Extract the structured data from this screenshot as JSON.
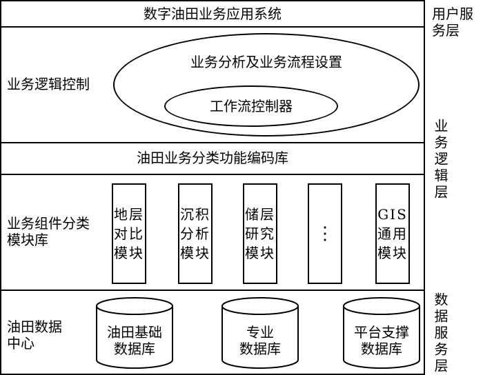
{
  "layers": {
    "top_title": "数字油田业务应用系统",
    "logic_label": "业务逻辑控制",
    "outer_ellipse": "业务分析及业务流程设置",
    "inner_ellipse": "工作流控制器",
    "coding_library": "油田业务分类功能编码库",
    "component_label_line1": "业务组件分类",
    "component_label_line2": "模块库",
    "modules": [
      {
        "lines": [
          "地层",
          "对比",
          "模块"
        ]
      },
      {
        "lines": [
          "沉积",
          "分析",
          "模块"
        ]
      },
      {
        "lines": [
          "储层",
          "研究",
          "模块"
        ]
      },
      {
        "lines": [
          "⋮"
        ]
      },
      {
        "lines": [
          "GIS",
          "通用",
          "模块"
        ]
      }
    ],
    "data_center_line1": "油田数据",
    "data_center_line2": "中心",
    "databases": [
      {
        "line1": "油田基础",
        "line2": "数据库"
      },
      {
        "line1": "专业",
        "line2": "数据库"
      },
      {
        "line1": "平台支撑",
        "line2": "数据库"
      }
    ]
  },
  "side_labels": {
    "user_service_line1": "用户服",
    "user_service_line2": "务层",
    "business_logic": "业务逻辑层",
    "data_service": "数据服务层"
  }
}
